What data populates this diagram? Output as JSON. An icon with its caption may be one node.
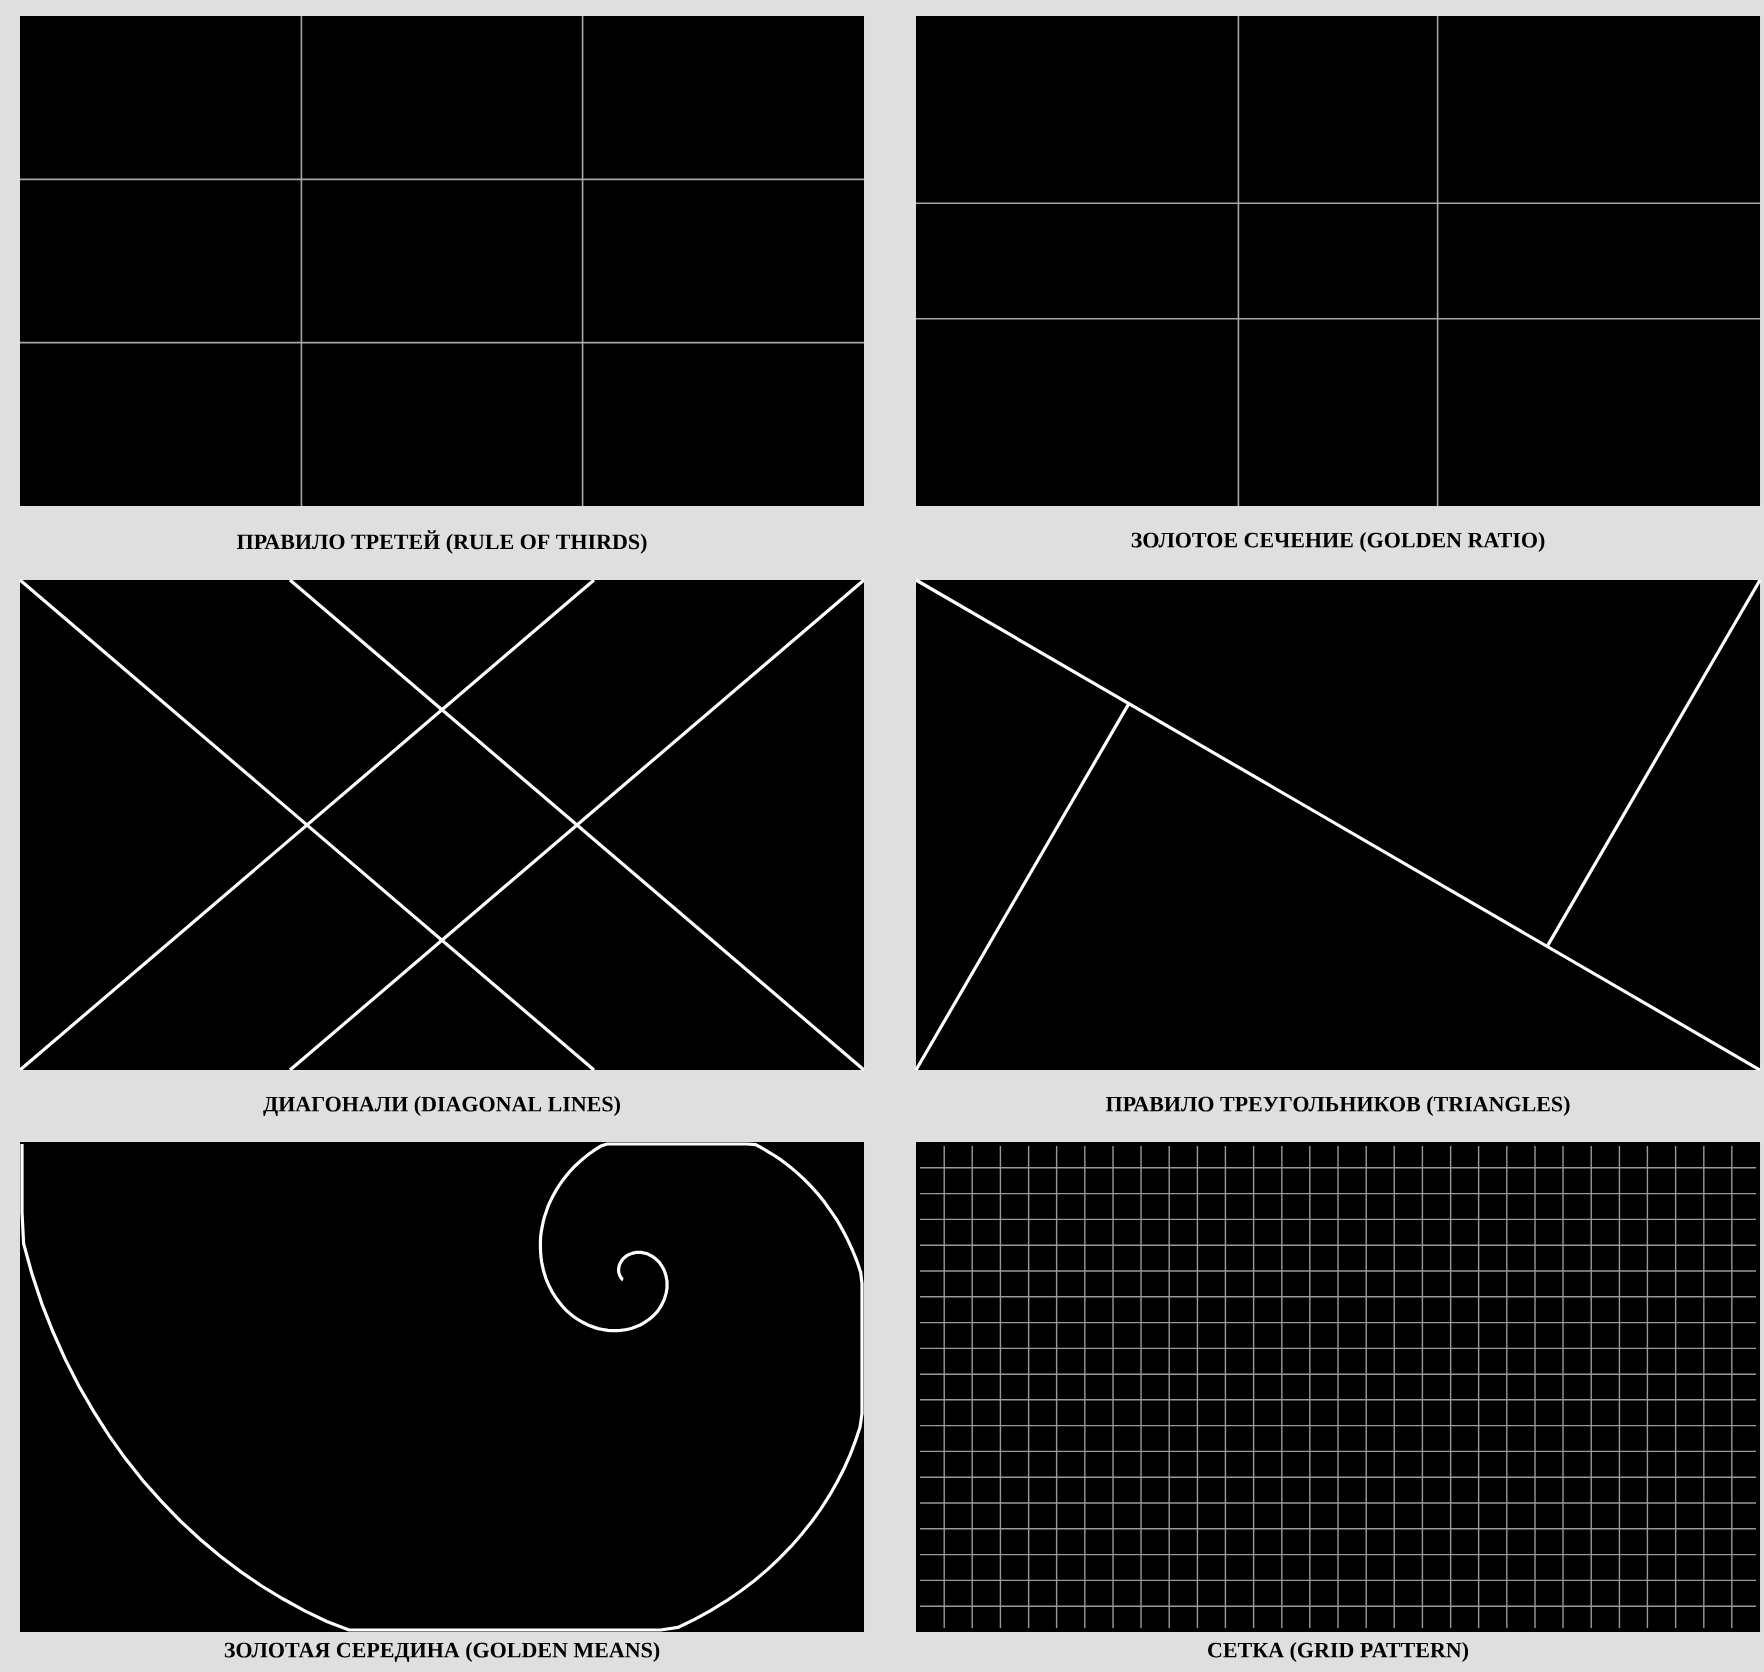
{
  "diagram": {
    "nodes": [
      {
        "text": [
          "ПРАВИЛО ТРЕТЕЙ (RULE OF THIRDS)"
        ]
      },
      {
        "text": [
          "ЗОЛОТОЕ СЕЧЕНИЕ (GOLDEN RATIO)"
        ]
      },
      {
        "text": [
          "ДИАГОНАЛИ (DIAGONAL LINES)"
        ]
      },
      {
        "text": [
          "ПРАВИЛО ТРЕУГОЛЬНИКОВ (TRIANGLES)"
        ]
      },
      {
        "text": [
          "ЗОЛОТАЯ СЕРЕДИНА (GOLDEN MEANS)"
        ]
      },
      {
        "text": [
          "СЕТКА (GRID PATTERN)"
        ]
      }
    ]
  }
}
